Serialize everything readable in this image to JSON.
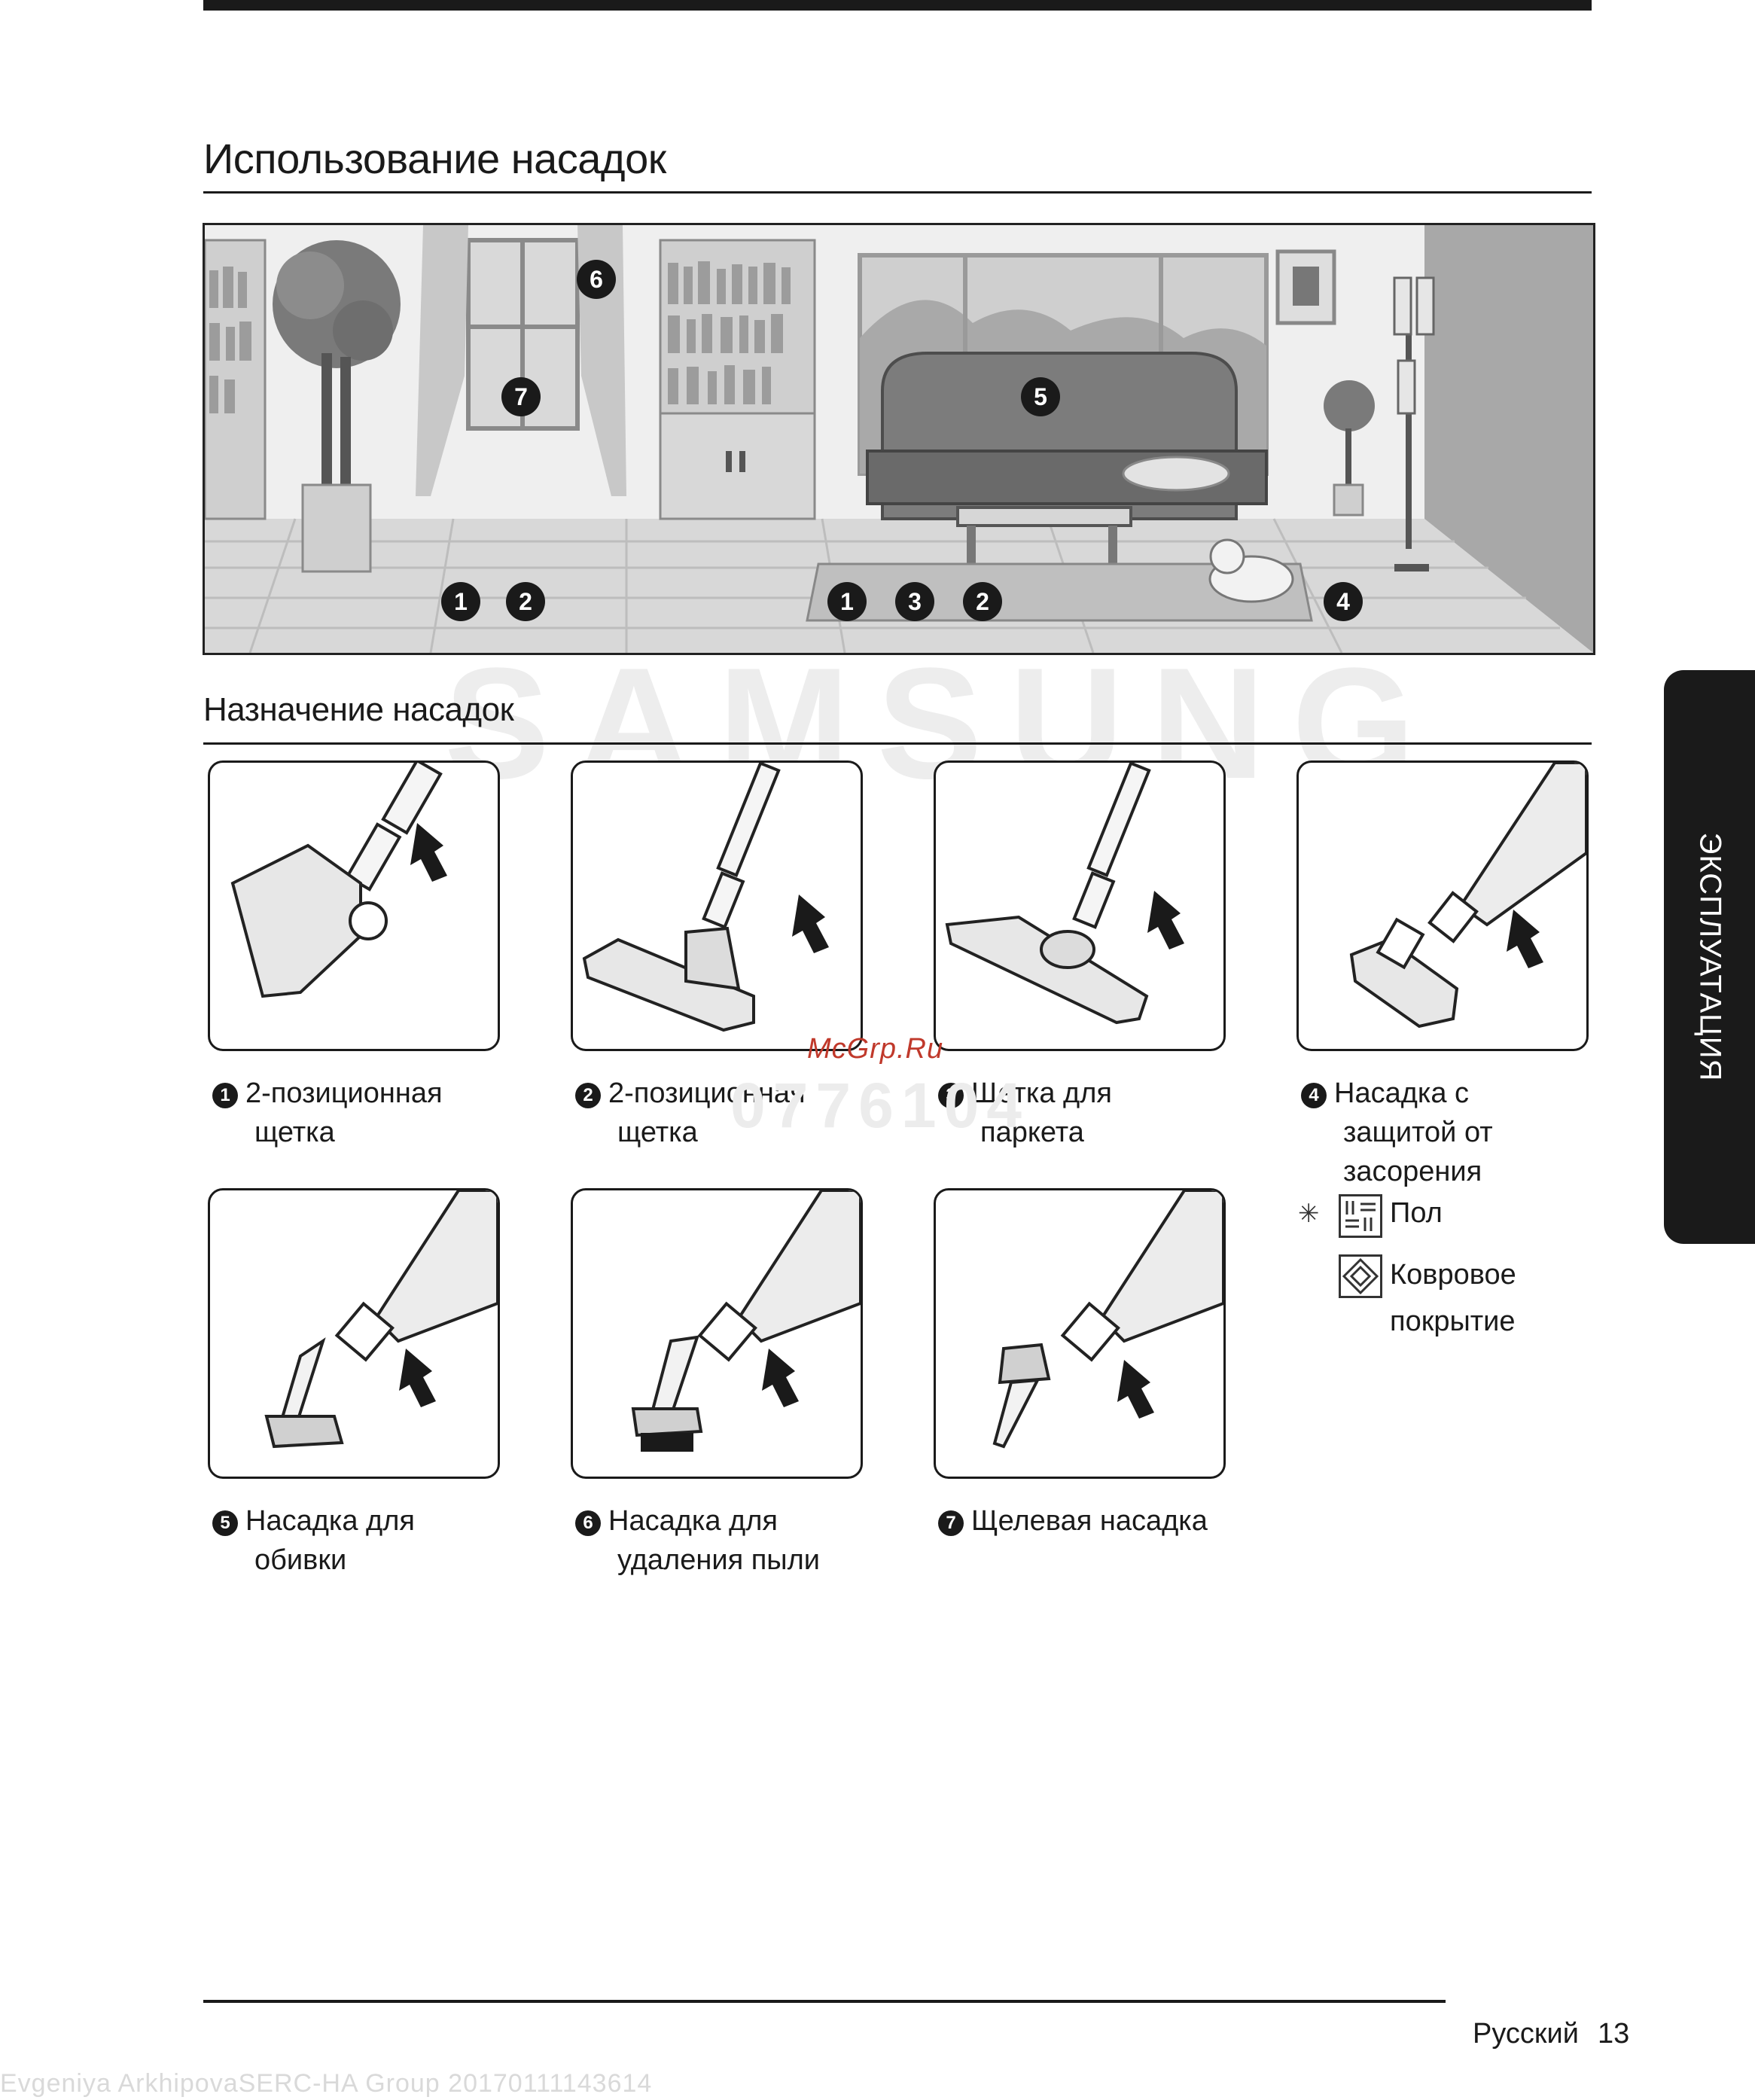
{
  "page": {
    "title": "Использование насадок",
    "subtitle": "Назначение насадок",
    "side_tab": "ЭКСПЛУАТАЦИЯ",
    "footer_language": "Русский",
    "footer_page": "13"
  },
  "room_labels": {
    "window_top": "6",
    "window_bottom": "7",
    "sofa": "5",
    "floor_left_a": "1",
    "floor_left_b": "2",
    "rug_a": "1",
    "rug_b": "3",
    "rug_c": "2",
    "pet_corner": "4"
  },
  "nozzles": [
    {
      "num": "1",
      "line1": "2-позиционная",
      "line2": "щетка",
      "line3": ""
    },
    {
      "num": "2",
      "line1": "2-позиционная",
      "line2": "щетка",
      "line3": ""
    },
    {
      "num": "3",
      "line1": "Щетка для",
      "line2": "паркета",
      "line3": ""
    },
    {
      "num": "4",
      "line1": "Насадка с",
      "line2": "защитой от",
      "line3": "засорения"
    },
    {
      "num": "5",
      "line1": "Насадка для",
      "line2": "обивки",
      "line3": ""
    },
    {
      "num": "6",
      "line1": "Насадка для",
      "line2": "удаления пыли",
      "line3": ""
    },
    {
      "num": "7",
      "line1": "Щелевая насадка",
      "line2": "",
      "line3": ""
    }
  ],
  "note": {
    "mark": "✳",
    "floor_icon": "floor-mode-icon",
    "floor_label": "Пол",
    "carpet_icon": "carpet-mode-icon",
    "carpet_label_1": "Ковровое",
    "carpet_label_2": "покрытие"
  },
  "watermarks": {
    "brand": "SAMSUNG",
    "site": "McGrp.Ru",
    "code": "0776104",
    "stamp": "Evgeniya ArkhipovaSERC-HA Group 20170111143614"
  }
}
